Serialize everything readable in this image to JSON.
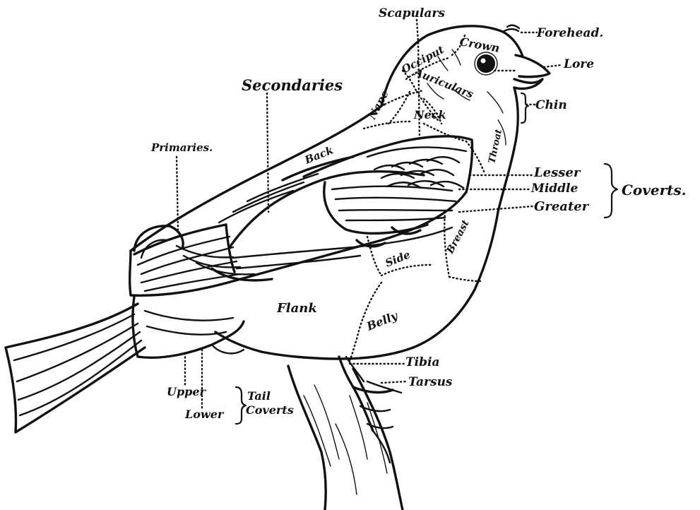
{
  "labels": {
    "scapulars": "Scapulars",
    "forehead": "Forehead.",
    "crown": "Crown",
    "occiput": "Occiput",
    "lore": "Lore",
    "auriculars": "Auriculars",
    "chin": "Chin",
    "secondaries": "Secondaries",
    "nape": "Nape",
    "neck": "Neck",
    "primaries": "Primaries.",
    "back": "Back",
    "throat": "Throat",
    "lesser": "Lesser",
    "middle": "Middle",
    "greater": "Greater",
    "coverts": "Coverts.",
    "side": "Side",
    "breast": "Breast",
    "flank": "Flank",
    "belly": "Belly",
    "tibia": "Tibia",
    "tarsus": "Tarsus",
    "upper": "Upper",
    "lower": "Lower",
    "tail": "Tail",
    "tail_coverts": "Coverts"
  },
  "colors": {
    "ink": "#111111",
    "paper": "#ffffff"
  }
}
